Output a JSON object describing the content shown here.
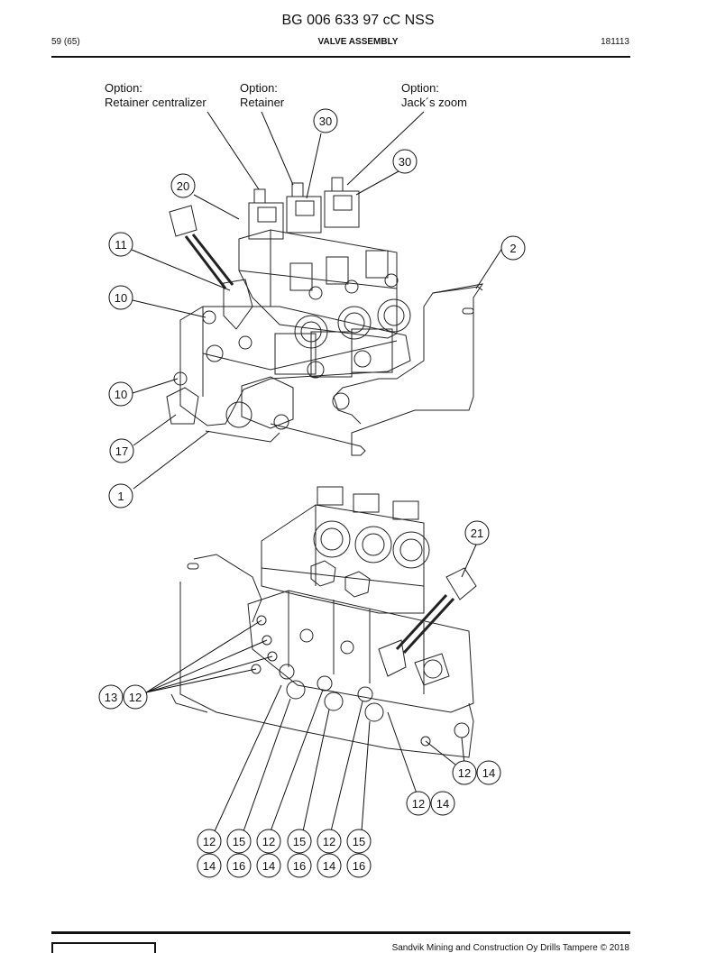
{
  "header": {
    "doc_number": "BG 006 633 97 cC NSS",
    "page": "59 (65)",
    "title": "VALVE ASSEMBLY",
    "date_code": "181113"
  },
  "options": [
    {
      "label": "Option:",
      "name": "Retainer centralizer"
    },
    {
      "label": "Option:",
      "name": "Retainer"
    },
    {
      "label": "Option:",
      "name": "Jack´s zoom"
    }
  ],
  "callouts": {
    "top_view": [
      "30",
      "30",
      "20",
      "11",
      "2",
      "10",
      "10",
      "17",
      "1"
    ],
    "bottom_view": [
      "21",
      "13",
      "12",
      "12",
      "14",
      "12",
      "14"
    ],
    "grid": [
      [
        "12",
        "15",
        "12",
        "15",
        "12",
        "15"
      ],
      [
        "14",
        "16",
        "14",
        "16",
        "14",
        "16"
      ]
    ]
  },
  "footer": {
    "copyright": "Sandvik Mining and Construction Oy Drills Tampere © 2018"
  }
}
